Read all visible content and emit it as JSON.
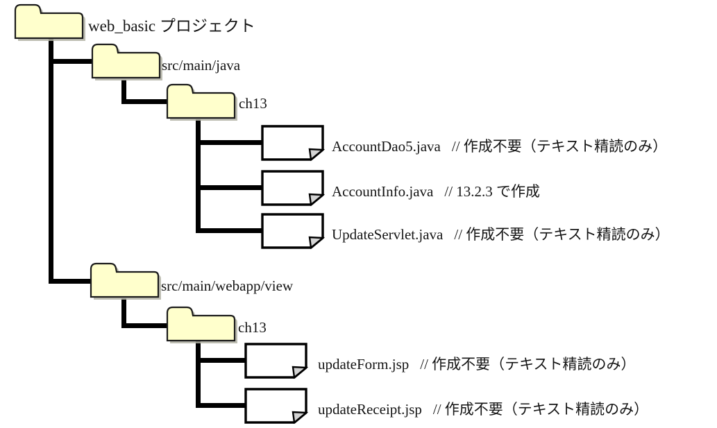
{
  "diagram": {
    "type": "folder-tree",
    "title": "web_basic プロジェクト",
    "colors": {
      "folder_fill": "#FFFFCC",
      "folder_stroke": "#000000",
      "folder_shadow": "#B3B3A6",
      "file_fill": "#FFFFFF",
      "file_stroke": "#000000",
      "file_fold_fill": "#D9D9D9",
      "connector": "#000000",
      "background": "#FFFFFF",
      "text": "#141414"
    },
    "root": {
      "name": "root-folder",
      "label": "web_basic プロジェクト",
      "icon": "folder-icon"
    },
    "folders": [
      {
        "id": "src-main-java",
        "label": "src/main/java",
        "icon": "folder-icon"
      },
      {
        "id": "ch13-java",
        "label": "ch13",
        "icon": "folder-icon"
      },
      {
        "id": "src-main-webapp-view",
        "label": "src/main/webapp/view",
        "icon": "folder-icon"
      },
      {
        "id": "ch13-view",
        "label": "ch13",
        "icon": "folder-icon"
      }
    ],
    "files": [
      {
        "id": "account-dao5",
        "name": "AccountDao5.java",
        "note": "// 作成不要（テキスト精読のみ）",
        "icon": "file-icon",
        "parent": "ch13-java"
      },
      {
        "id": "account-info",
        "name": "AccountInfo.java",
        "note": "// 13.2.3 で作成",
        "icon": "file-icon",
        "parent": "ch13-java"
      },
      {
        "id": "update-servlet",
        "name": "UpdateServlet.java",
        "note": "// 作成不要（テキスト精読のみ）",
        "icon": "file-icon",
        "parent": "ch13-java"
      },
      {
        "id": "update-form",
        "name": "updateForm.jsp",
        "note": "// 作成不要（テキスト精読のみ）",
        "icon": "file-icon",
        "parent": "ch13-view"
      },
      {
        "id": "update-receipt",
        "name": "updateReceipt.jsp",
        "note": "// 作成不要（テキスト精読のみ）",
        "icon": "file-icon",
        "parent": "ch13-view"
      }
    ]
  }
}
